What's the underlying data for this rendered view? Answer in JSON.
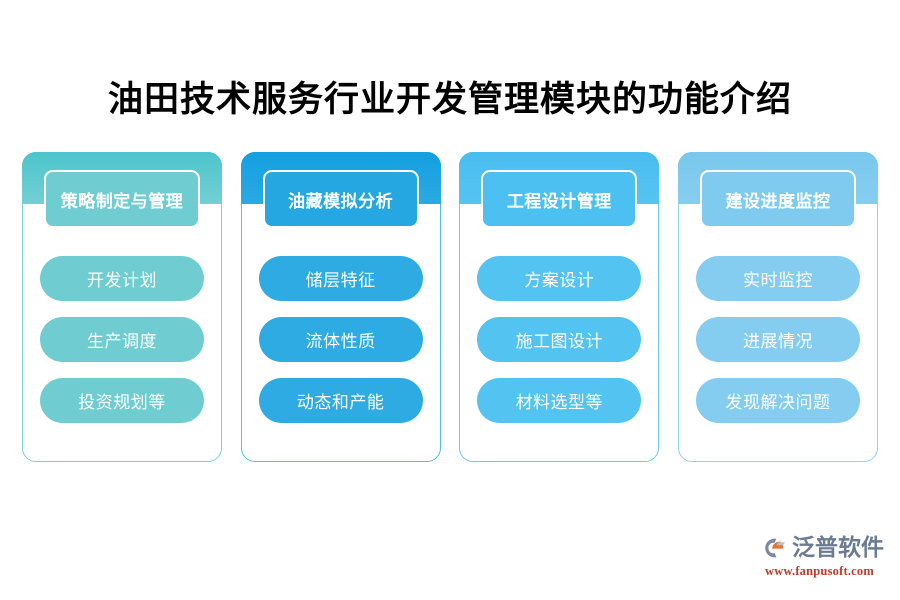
{
  "title": "油田技术服务行业开发管理模块的功能介绍",
  "colors": {
    "column1": "#6fcdd2",
    "column2": "#25a8e2",
    "column3": "#4cc0f1",
    "column4": "#7fcbef",
    "background": "#ffffff",
    "title_text": "#000000",
    "brand_name": "#6b7b93",
    "brand_url": "#c0392b",
    "brand_mark_primary": "#7a8ba3",
    "brand_mark_accent": "#e8732a"
  },
  "columns": [
    {
      "header": "策略制定与管理",
      "items": [
        "开发计划",
        "生产调度",
        "投资规划等"
      ]
    },
    {
      "header": "油藏模拟分析",
      "items": [
        "储层特征",
        "流体性质",
        "动态和产能"
      ]
    },
    {
      "header": "工程设计管理",
      "items": [
        "方案设计",
        "施工图设计",
        "材料选型等"
      ]
    },
    {
      "header": "建设进度监控",
      "items": [
        "实时监控",
        "进展情况",
        "发现解决问题"
      ]
    }
  ],
  "brand": {
    "name": "泛普软件",
    "url": "www.fanpusoft.com",
    "mark_icon": "fanpu-logo-icon"
  },
  "watermark": {
    "icon": "fanpu-watermark-icon"
  }
}
